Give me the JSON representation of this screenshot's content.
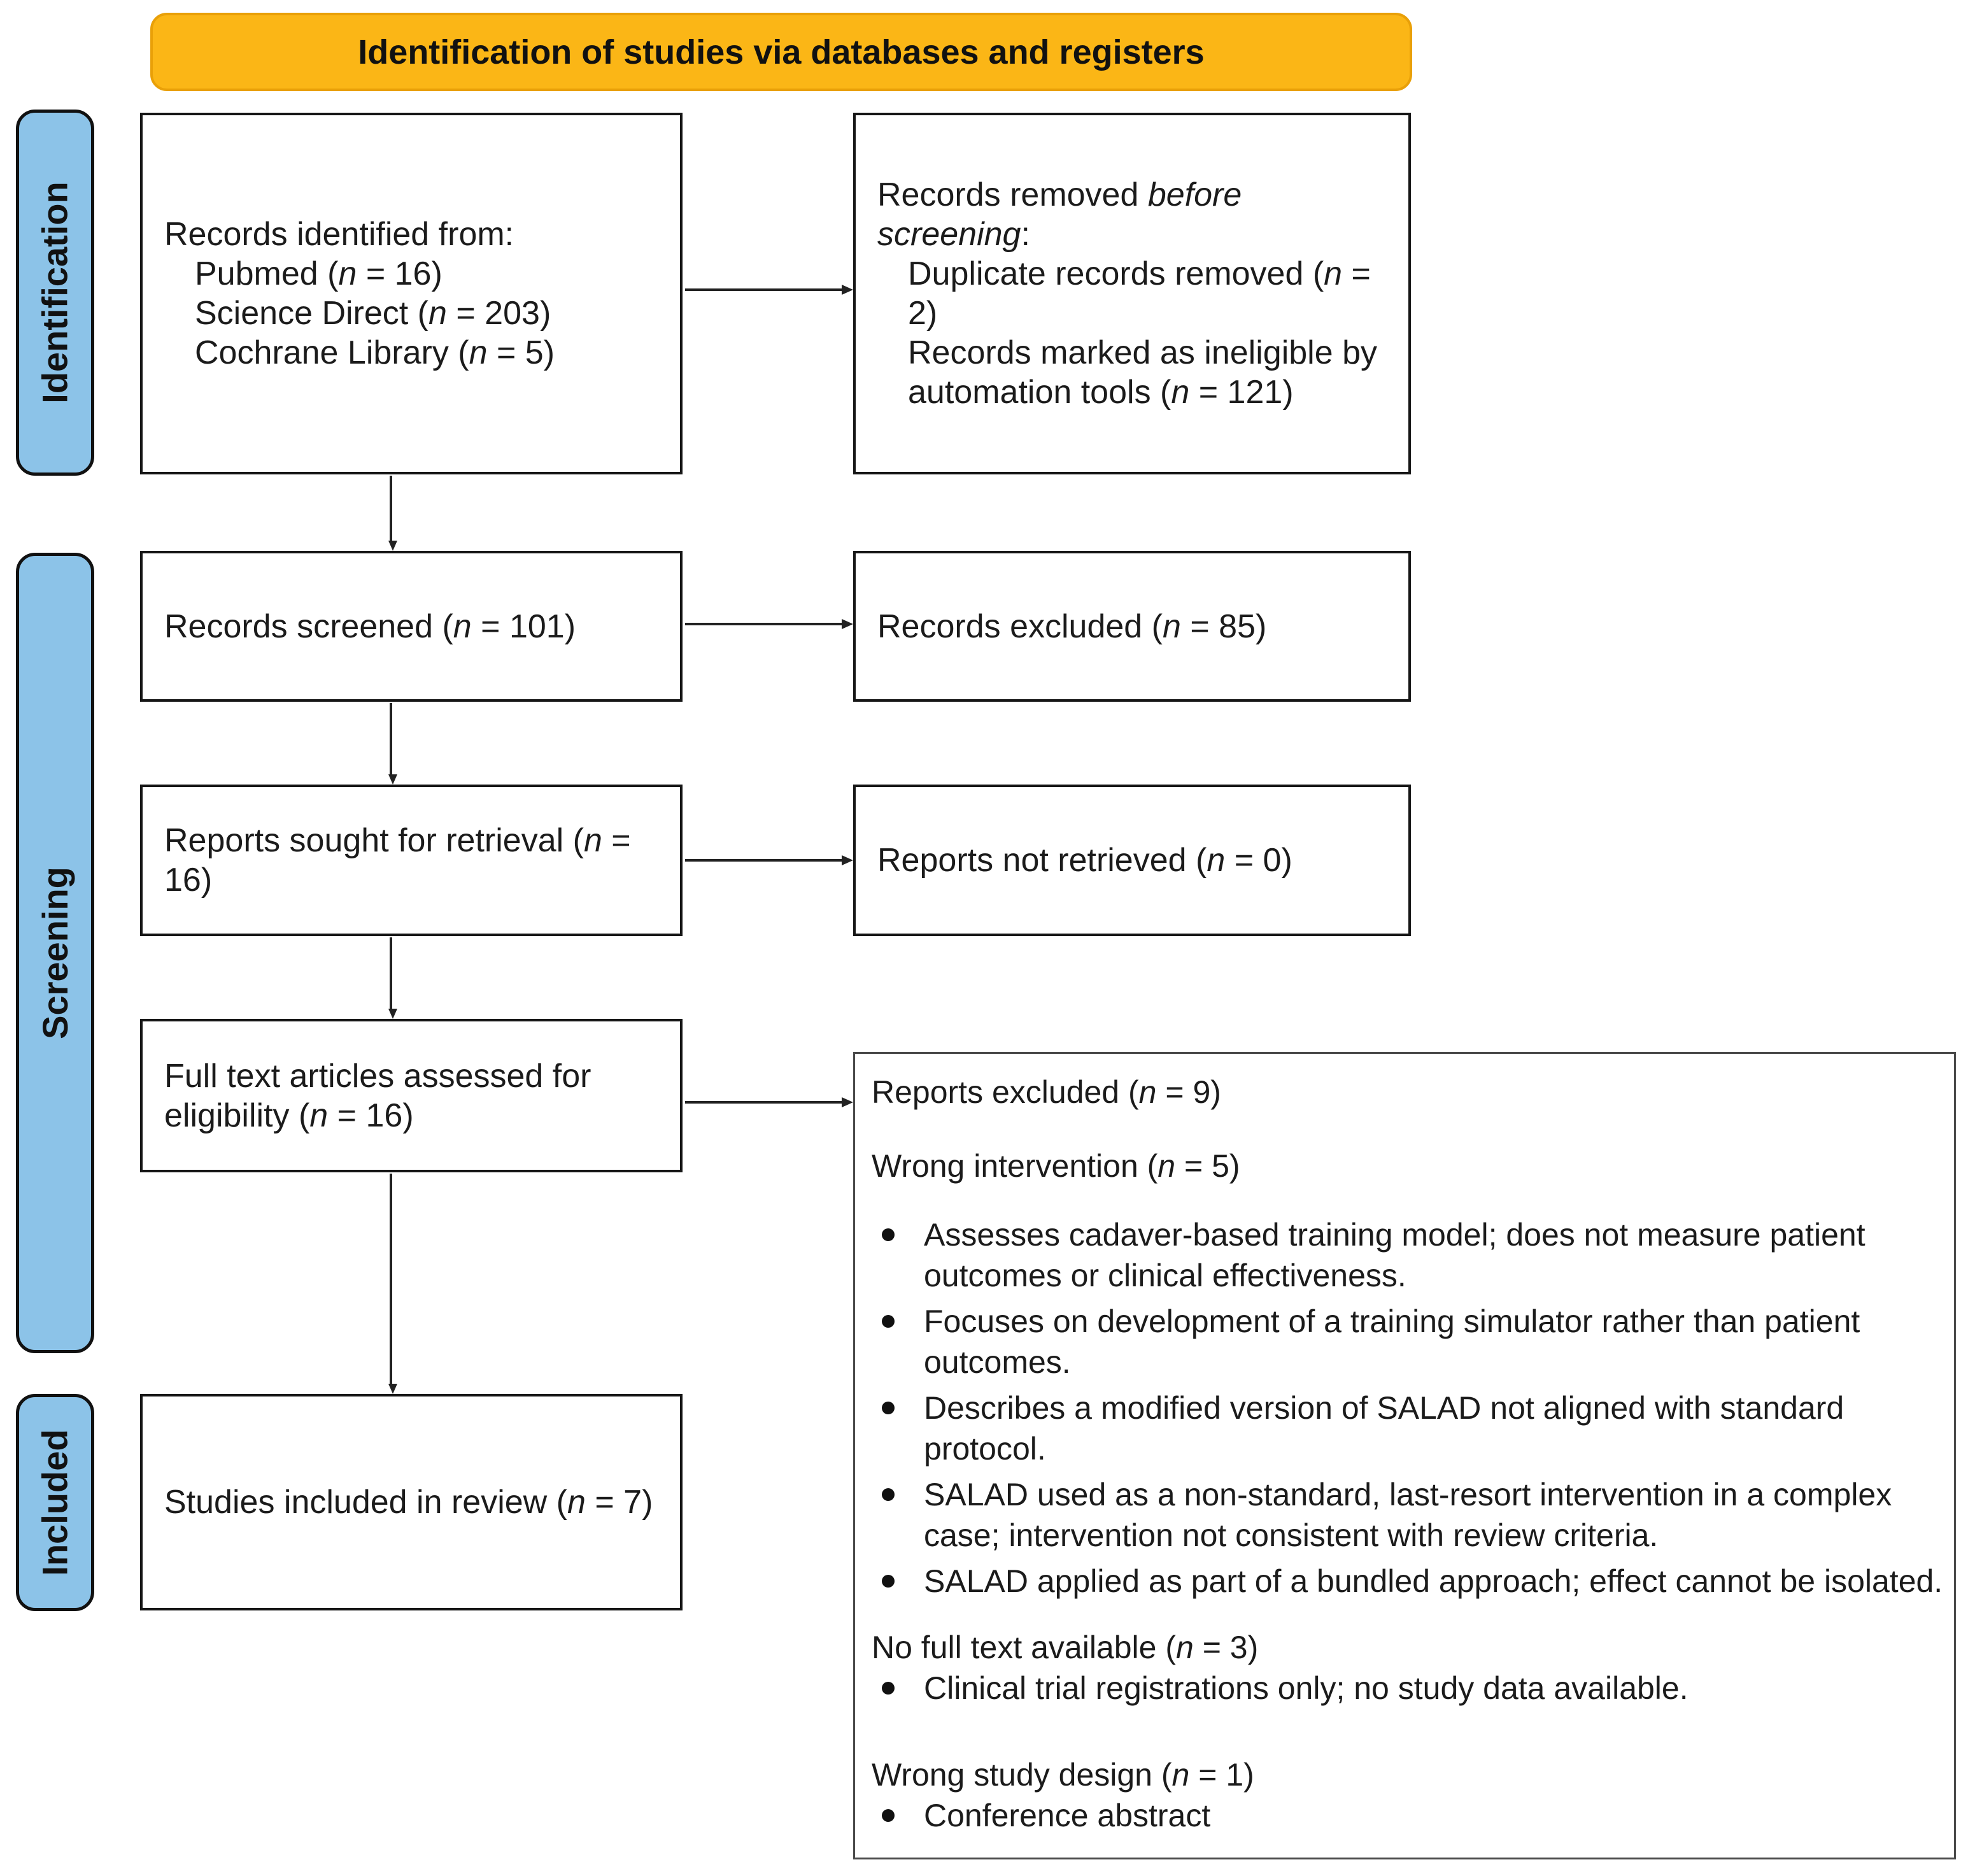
{
  "banner": {
    "title": "Identification of studies via databases and registers"
  },
  "sidebar": {
    "stages": [
      {
        "label": "Identification"
      },
      {
        "label": "Screening"
      },
      {
        "label": "Included"
      }
    ]
  },
  "boxes": {
    "records_identified": {
      "title": "Records identified from:",
      "items": [
        "Pubmed (<i>n</i> = 16)",
        "Science Direct (<i>n</i> = 203)",
        "Cochrane Library (<i>n</i> = 5)"
      ]
    },
    "records_removed": {
      "title": "Records removed <i>before screening</i>:",
      "items": [
        "Duplicate records removed  (<i>n</i> = 2)",
        "Records marked as ineligible by automation tools (<i>n</i> = 121)"
      ]
    },
    "records_screened": {
      "text": "Records screened (<i>n</i> = 101)"
    },
    "records_excluded": {
      "text": "Records excluded (<i>n</i> = 85)"
    },
    "reports_sought": {
      "text": "Reports sought for retrieval (<i>n</i> = 16)"
    },
    "reports_not_retrieved": {
      "text": "Reports not retrieved (<i>n</i> = 0)"
    },
    "fulltext_assessed": {
      "text": "Full text articles assessed for eligibility (<i>n</i> = 16)"
    },
    "studies_included": {
      "text": "Studies included in review (<i>n</i> = 7)"
    },
    "reports_excluded_detail": {
      "title": "Reports excluded (<i>n</i> = 9)",
      "sections": [
        {
          "heading": "Wrong intervention (<i>n</i> = 5)",
          "bullets": [
            "Assesses cadaver-based training model; does not measure patient outcomes or clinical effectiveness.",
            "Focuses on development of a training simulator rather than patient outcomes.",
            "Describes a modified version of SALAD not aligned with standard protocol.",
            "SALAD used as a non-standard, last-resort intervention in a complex case; intervention not consistent with review criteria.",
            "SALAD applied as part of a bundled approach; effect cannot be isolated."
          ]
        },
        {
          "heading": "No full text available (<i>n</i> = 3)",
          "bullets": [
            "Clinical trial registrations only; no study data available."
          ]
        },
        {
          "heading": "Wrong study design (<i>n</i> = 1)",
          "bullets": [
            "Conference abstract"
          ]
        }
      ]
    }
  },
  "colors": {
    "banner_bg": "#FBB616",
    "banner_border": "#E9A008",
    "stage_bg": "#8CC3E8",
    "box_border": "#161616",
    "text": "#1B1B1B"
  }
}
